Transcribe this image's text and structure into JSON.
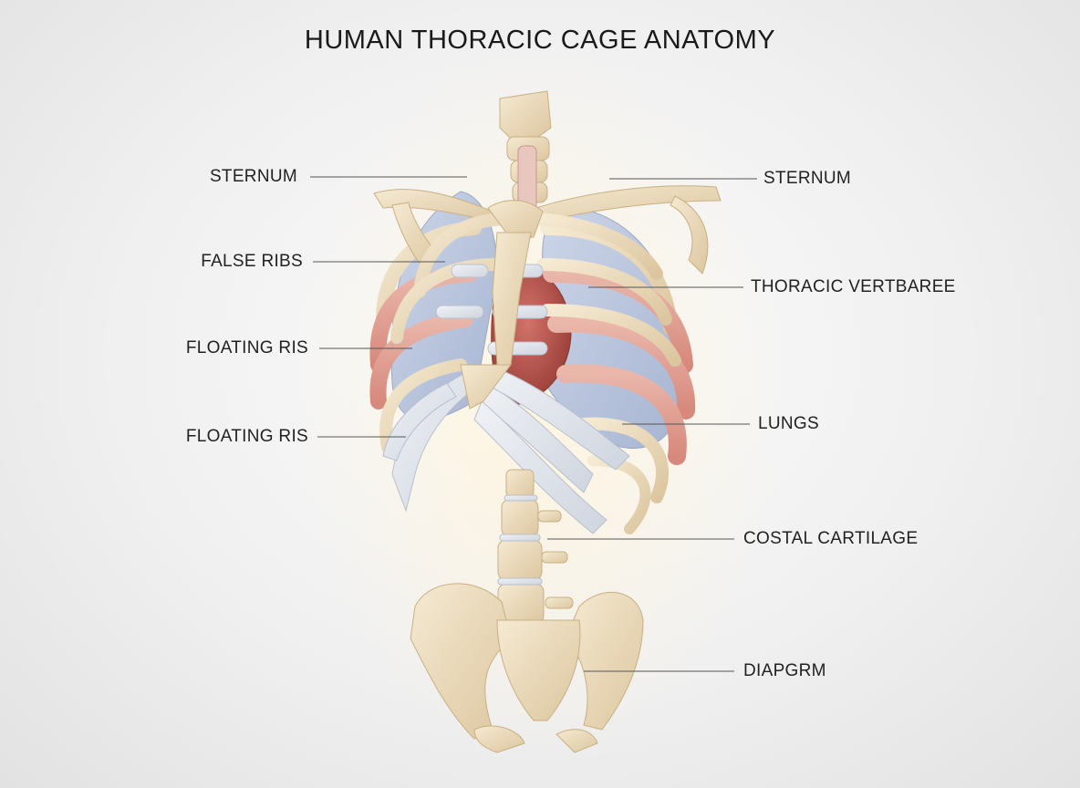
{
  "title": "HUMAN THORACIC CAGE ANATOMY",
  "labels_left": [
    {
      "id": "sternum-left",
      "text": "STERNUM"
    },
    {
      "id": "false-ribs",
      "text": "FALSE RIBS"
    },
    {
      "id": "floating-ris-upper",
      "text": "FLOATING RIS"
    },
    {
      "id": "floating-ris-lower",
      "text": "FLOATING RIS"
    }
  ],
  "labels_right": [
    {
      "id": "sternum-right",
      "text": "STERNUM"
    },
    {
      "id": "thoracic-vertbaree",
      "text": "THORACIC VERTBAREE"
    },
    {
      "id": "lungs",
      "text": "LUNGS"
    },
    {
      "id": "costal-cartilage",
      "text": "COSTAL CARTILAGE"
    },
    {
      "id": "diapgrm",
      "text": "DIAPGRM"
    }
  ],
  "colors": {
    "bone": "#ecdcbf",
    "bone_shadow": "#d4bf97",
    "cartilage": "#dfe3ea",
    "lung": "#b9c6de",
    "muscle": "#e3a69a",
    "heart": "#b8524a",
    "leader_line": "#555555"
  }
}
